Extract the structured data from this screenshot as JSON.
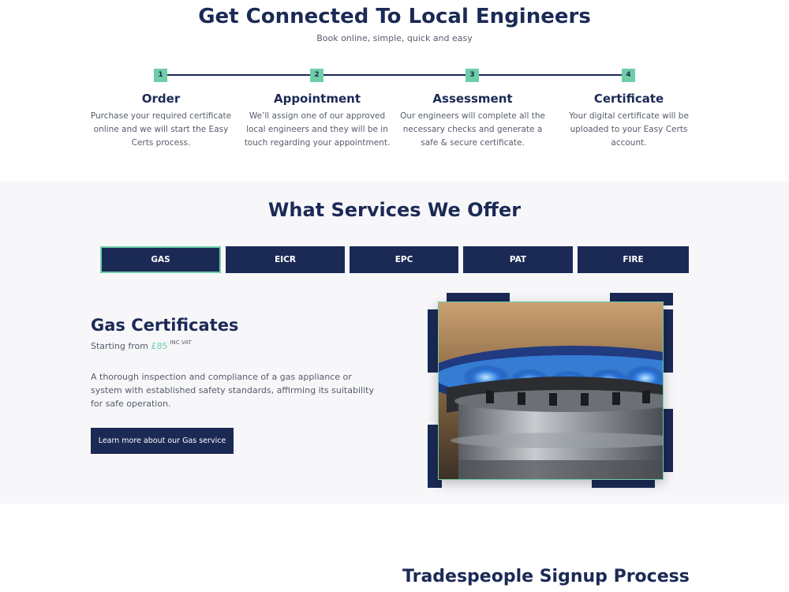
{
  "hero": {
    "title": "Get Connected To Local Engineers",
    "subtitle": "Book online, simple, quick and easy"
  },
  "steps": [
    {
      "number": "1",
      "title": "Order",
      "text": "Purchase your required certificate online and we will start the Easy Certs process."
    },
    {
      "number": "2",
      "title": "Appointment",
      "text": "We’ll assign one of our approved local engineers and they will be in touch regarding your appointment."
    },
    {
      "number": "3",
      "title": "Assessment",
      "text": "Our engineers will complete all the necessary checks and generate a safe & secure certificate."
    },
    {
      "number": "4",
      "title": "Certificate",
      "text": "Your digital certificate will be uploaded to your Easy Certs account."
    }
  ],
  "services": {
    "title": "What Services We Offer",
    "tabs": [
      {
        "label": "GAS",
        "active": true
      },
      {
        "label": "EICR",
        "active": false
      },
      {
        "label": "EPC",
        "active": false
      },
      {
        "label": "PAT",
        "active": false
      },
      {
        "label": "FIRE",
        "active": false
      }
    ],
    "selected": {
      "title": "Gas Certificates",
      "price_prefix": "Starting from",
      "price": "£85",
      "price_suffix": "INC VAT",
      "description": "A thorough inspection and compliance of a gas appliance or system with established safety standards, affirming its suitability for safe operation.",
      "button_label": "Learn more about our Gas service"
    }
  },
  "signup": {
    "title": "Tradespeople Signup Process"
  },
  "colors": {
    "navy": "#1b2a55",
    "accent": "#6fcea7",
    "section_bg": "#f7f7fa",
    "body_text": "#555c6b"
  }
}
